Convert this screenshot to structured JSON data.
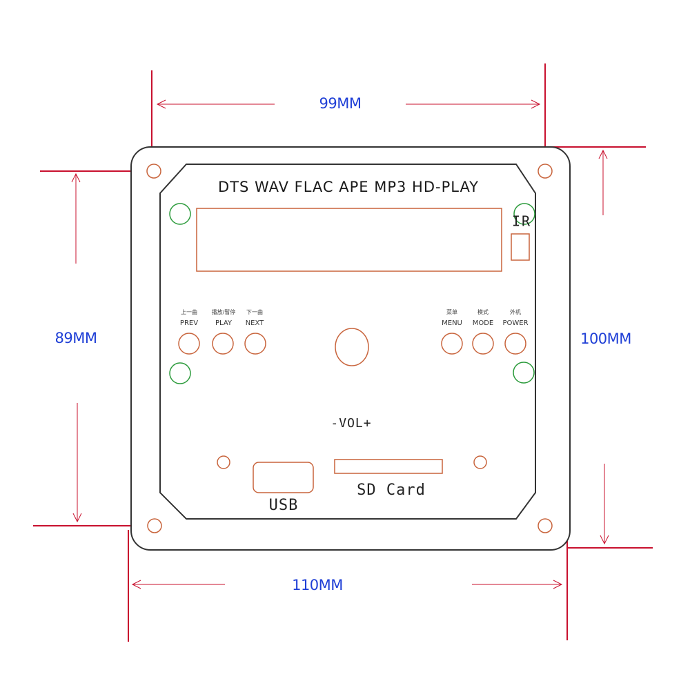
{
  "dimensions": {
    "top_width": "99MM",
    "left_height": "89MM",
    "right_height": "100MM",
    "bottom_width": "110MM"
  },
  "panel": {
    "title": "DTS WAV FLAC APE MP3 HD-PLAY",
    "ir_label": "IR",
    "vol_label": "-VOL+",
    "usb_label": "USB",
    "sd_label": "SD Card"
  },
  "buttons_left": [
    {
      "cn": "上一曲",
      "en": "PREV"
    },
    {
      "cn": "播放/暂停",
      "en": "PLAY"
    },
    {
      "cn": "下一曲",
      "en": "NEXT"
    }
  ],
  "buttons_right": [
    {
      "cn": "菜单",
      "en": "MENU"
    },
    {
      "cn": "模式",
      "en": "MODE"
    },
    {
      "cn": "外机",
      "en": "POWER"
    }
  ],
  "colors": {
    "dimension_line": "#c8102e",
    "dimension_text": "#1f3fd6",
    "component_outline": "#c8643c",
    "led_outline": "#2a9a3a",
    "panel_outline": "#333333"
  }
}
